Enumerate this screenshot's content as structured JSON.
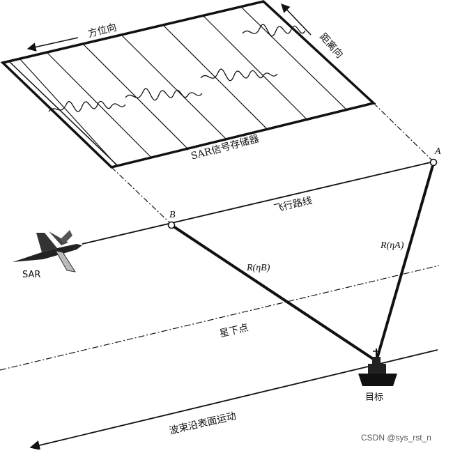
{
  "labels": {
    "azimuth": "方位向",
    "range": "距离向",
    "memory": "SAR信号存储器",
    "point_a": "A",
    "point_b": "B",
    "flight_path": "飞行路线",
    "sar": "SAR",
    "r_b": "R(ηB)",
    "r_a": "R(ηA)",
    "nadir": "星下点",
    "target": "目标",
    "beam_motion": "波束沿表面运动"
  },
  "watermark": "CSDN @sys_rst_n",
  "icons": {
    "aircraft": "aircraft-icon",
    "ship": "ship-icon"
  }
}
